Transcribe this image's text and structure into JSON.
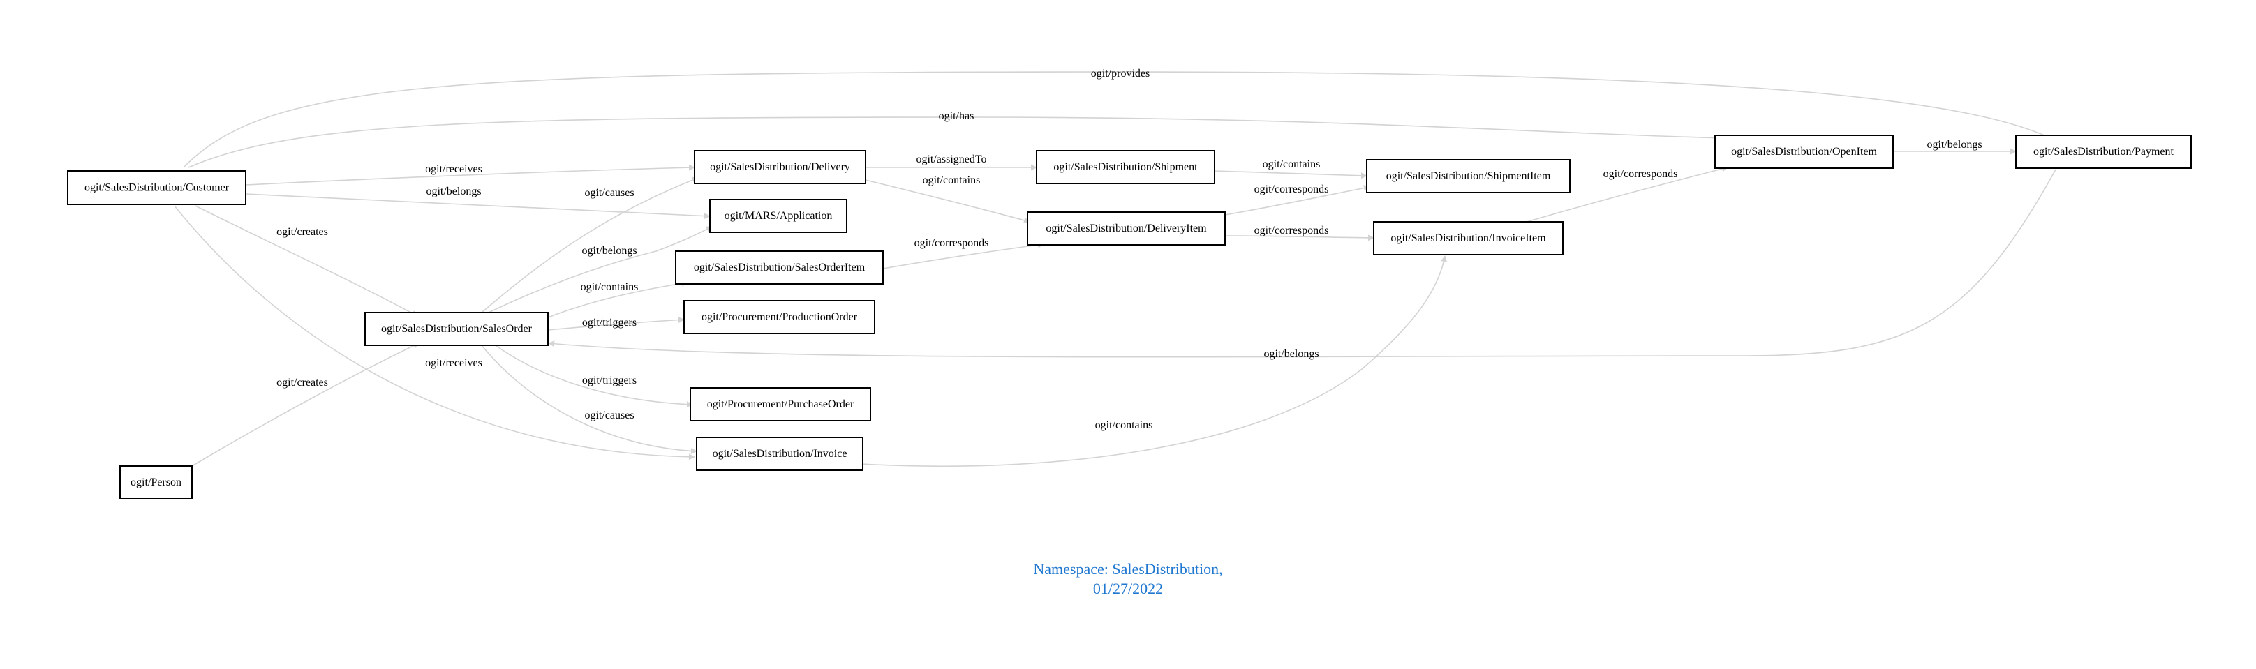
{
  "nodes": {
    "customer": "ogit/SalesDistribution/Customer",
    "person": "ogit/Person",
    "salesorder": "ogit/SalesDistribution/SalesOrder",
    "delivery": "ogit/SalesDistribution/Delivery",
    "application": "ogit/MARS/Application",
    "salesorderitem": "ogit/SalesDistribution/SalesOrderItem",
    "productionorder": "ogit/Procurement/ProductionOrder",
    "purchaseorder": "ogit/Procurement/PurchaseOrder",
    "invoice": "ogit/SalesDistribution/Invoice",
    "shipment": "ogit/SalesDistribution/Shipment",
    "deliveryitem": "ogit/SalesDistribution/DeliveryItem",
    "shipmentitem": "ogit/SalesDistribution/ShipmentItem",
    "invoiceitem": "ogit/SalesDistribution/InvoiceItem",
    "openitem": "ogit/SalesDistribution/OpenItem",
    "payment": "ogit/SalesDistribution/Payment"
  },
  "edges": {
    "provides": "ogit/provides",
    "has": "ogit/has",
    "receives_delivery": "ogit/receives",
    "belongs_application": "ogit/belongs",
    "creates_salesorder": "ogit/creates",
    "receives_invoice": "ogit/receives",
    "person_creates": "ogit/creates",
    "causes_delivery": "ogit/causes",
    "belongs_so_application": "ogit/belongs",
    "contains_soitem": "ogit/contains",
    "triggers_production": "ogit/triggers",
    "triggers_purchase": "ogit/triggers",
    "causes_invoice": "ogit/causes",
    "assignedto": "ogit/assignedTo",
    "delivery_contains": "ogit/contains",
    "soitem_corresponds": "ogit/corresponds",
    "shipment_contains": "ogit/contains",
    "deliveryitem_corresponds_shipment": "ogit/corresponds",
    "deliveryitem_corresponds_invoice": "ogit/corresponds",
    "invoice_contains": "ogit/contains",
    "invoiceitem_corresponds": "ogit/corresponds",
    "openitem_belongs": "ogit/belongs",
    "payment_belongs": "ogit/belongs"
  },
  "footer": {
    "line1": "Namespace: SalesDistribution,",
    "line2": "01/27/2022"
  },
  "colors": {
    "edge": "#d3d3d3",
    "node_border": "#000000",
    "footer_text": "#1f77d0"
  }
}
